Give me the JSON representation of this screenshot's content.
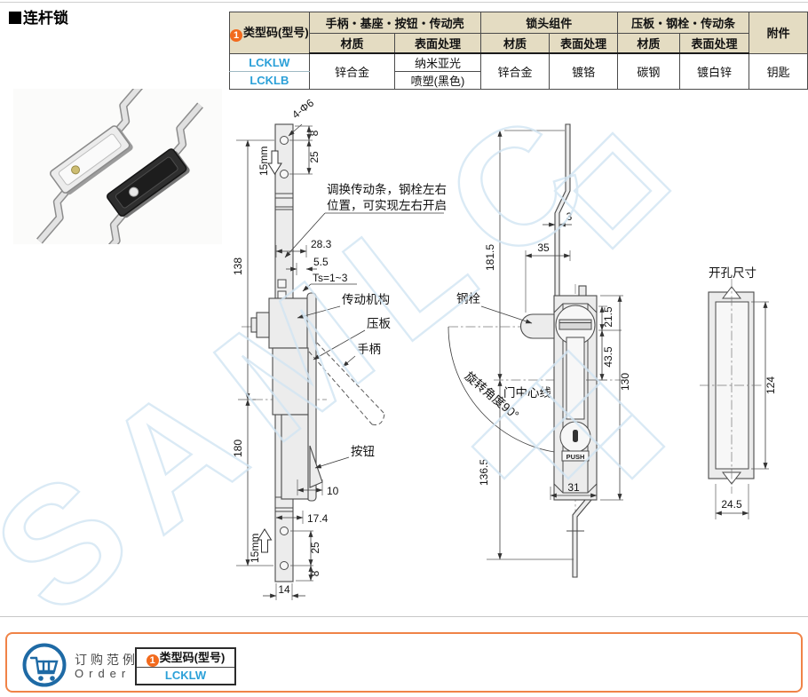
{
  "page": {
    "title": "连杆锁"
  },
  "colors": {
    "accent_orange": "#f26a1d",
    "model_blue": "#2ba0d8",
    "header_tan": "#e4dcc2",
    "watermark_blue": "#d2e5f3",
    "footer_border": "#f08347",
    "cart_blue": "#1e6aa5"
  },
  "watermark": {
    "text": "SAMLC"
  },
  "spec_table": {
    "badge": "1",
    "type_header": "类型码(型号)",
    "groups": [
      {
        "label": "手柄・基座・按钮・传动壳"
      },
      {
        "label": "锁头组件"
      },
      {
        "label": "压板・钢栓・传动条"
      }
    ],
    "sub_headers": [
      "材质",
      "表面处理",
      "材质",
      "表面处理",
      "材质",
      "表面处理"
    ],
    "accessory_header": "附件",
    "rows": [
      {
        "model": "LCKLW",
        "surface1": "纳米亚光"
      },
      {
        "model": "LCKLB",
        "surface1": "喷塑(黑色)"
      }
    ],
    "shared": {
      "material1": "锌合金",
      "material2": "锌合金",
      "surface2": "镀铬",
      "material3": "碳钢",
      "surface3": "镀白锌",
      "accessory": "钥匙"
    }
  },
  "drawing1": {
    "phi": "4-Φ6",
    "mm15_top": "15mm",
    "dim8_top": "8",
    "dim25_top": "25",
    "dim138": "138",
    "note_line1": "调换传动条，钢栓左右",
    "note_line2": "位置，可实现左右开启",
    "dim283": "28.3",
    "dim55": "5.5",
    "ts": "Ts=1~3",
    "label_mechanism": "传动机构",
    "label_plate": "压板",
    "label_handle": "手柄",
    "label_button": "按钮",
    "dim180": "180",
    "dim10": "10",
    "dim174": "17.4",
    "mm15_bottom": "15mm",
    "dim25_bottom": "25",
    "dim8_bottom": "8",
    "dim14": "14"
  },
  "drawing2": {
    "dim1815": "181.5",
    "dim3": "3",
    "dim35": "35",
    "label_bolt": "钢栓",
    "dim215": "21.5",
    "dim435": "43.5",
    "dim130": "130",
    "label_door_center": "门中心线",
    "label_rotation": "旋转角度90°",
    "dim1365": "136.5",
    "dim31": "31",
    "push": "PUSH"
  },
  "drawing3": {
    "title": "开孔尺寸",
    "dim124": "124",
    "dim245": "24.5"
  },
  "footer": {
    "order_cn": "订购范例",
    "order_en": "Order",
    "badge": "1",
    "type_header": "类型码(型号)",
    "model": "LCKLW"
  }
}
